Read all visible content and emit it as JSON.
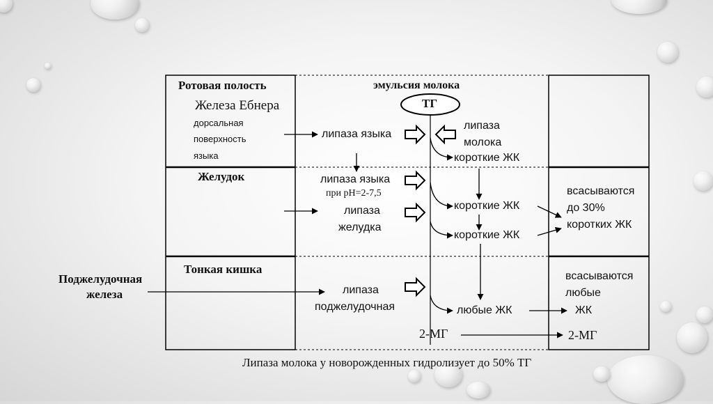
{
  "diagram": {
    "labels": {
      "oral_cavity": "Ротовая полость",
      "ebner_gland": "Железа Ебнера",
      "dorsal_1": "дорсальная",
      "dorsal_2": "поверхность",
      "dorsal_3": "языка",
      "milk_emulsion": "эмульсия молока",
      "tg": "ТГ",
      "lingual_lipase_1": "липаза языка",
      "milk_lipase_1": "липаза",
      "milk_lipase_2": "молока",
      "short_fa_1": "короткие ЖК",
      "stomach": "Желудок",
      "lingual_lipase_2": "липаза языка",
      "ph_note": "при pH=2-7,5",
      "gastric_lipase_1": "липаза",
      "gastric_lipase_2": "желудка",
      "short_fa_2": "короткие ЖК",
      "short_fa_3": "короткие ЖК",
      "absorbed_30_1": "всасываются",
      "absorbed_30_2": "до 30%",
      "absorbed_30_3": "коротких ЖК",
      "pancreas_1": "Поджелудочная",
      "pancreas_2": "железа",
      "small_intestine": "Тонкая кишка",
      "pancreatic_lipase_1": "липаза",
      "pancreatic_lipase_2": "поджелудочная",
      "any_fa": "любые ЖК",
      "absorbed_any_1": "всасываются",
      "absorbed_any_2": "любые",
      "absorbed_any_3": "ЖК",
      "mg_left": "2-МГ",
      "mg_right": "2-МГ"
    },
    "caption": "Липаза молока у новорожденных гидролизует до 50% ТГ"
  }
}
